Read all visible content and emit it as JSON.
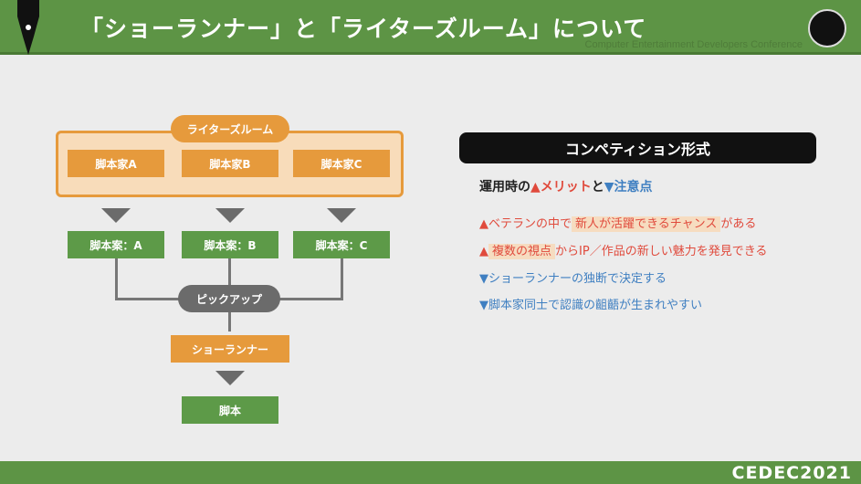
{
  "header": {
    "title": "「ショーランナー」と「ライターズルーム」について",
    "watermark": "Computer Entertainment Developers Conference"
  },
  "diagram": {
    "room": "ライターズルーム",
    "writers": [
      "脚本家A",
      "脚本家B",
      "脚本家C"
    ],
    "drafts": [
      "脚本案：A",
      "脚本案：B",
      "脚本案：C"
    ],
    "pickup": "ピックアップ",
    "showrunner": "ショーランナー",
    "script": "脚本"
  },
  "panel": {
    "title": "コンペティション形式",
    "subtitle": {
      "prefix": "運用時の",
      "merit": "▲メリット",
      "and": "と",
      "caution": "▼注意点"
    },
    "points": [
      {
        "pre": "▲ベテランの中で",
        "hl": "新人が活躍できるチャンス",
        "post": "がある"
      },
      {
        "pre": "▲",
        "hl": "複数の視点",
        "post": "からIP／作品の新しい魅力を発見できる"
      },
      {
        "text": "▼ショーランナーの独断で決定する"
      },
      {
        "text": "▼脚本家同士で認識の齟齬が生まれやすい"
      }
    ]
  },
  "footer": {
    "logo": "CEDEC2021"
  },
  "colors": {
    "green": "#5d9445",
    "orange": "#e69a3c",
    "red": "#e04a3c",
    "blue": "#3f7fc1"
  }
}
